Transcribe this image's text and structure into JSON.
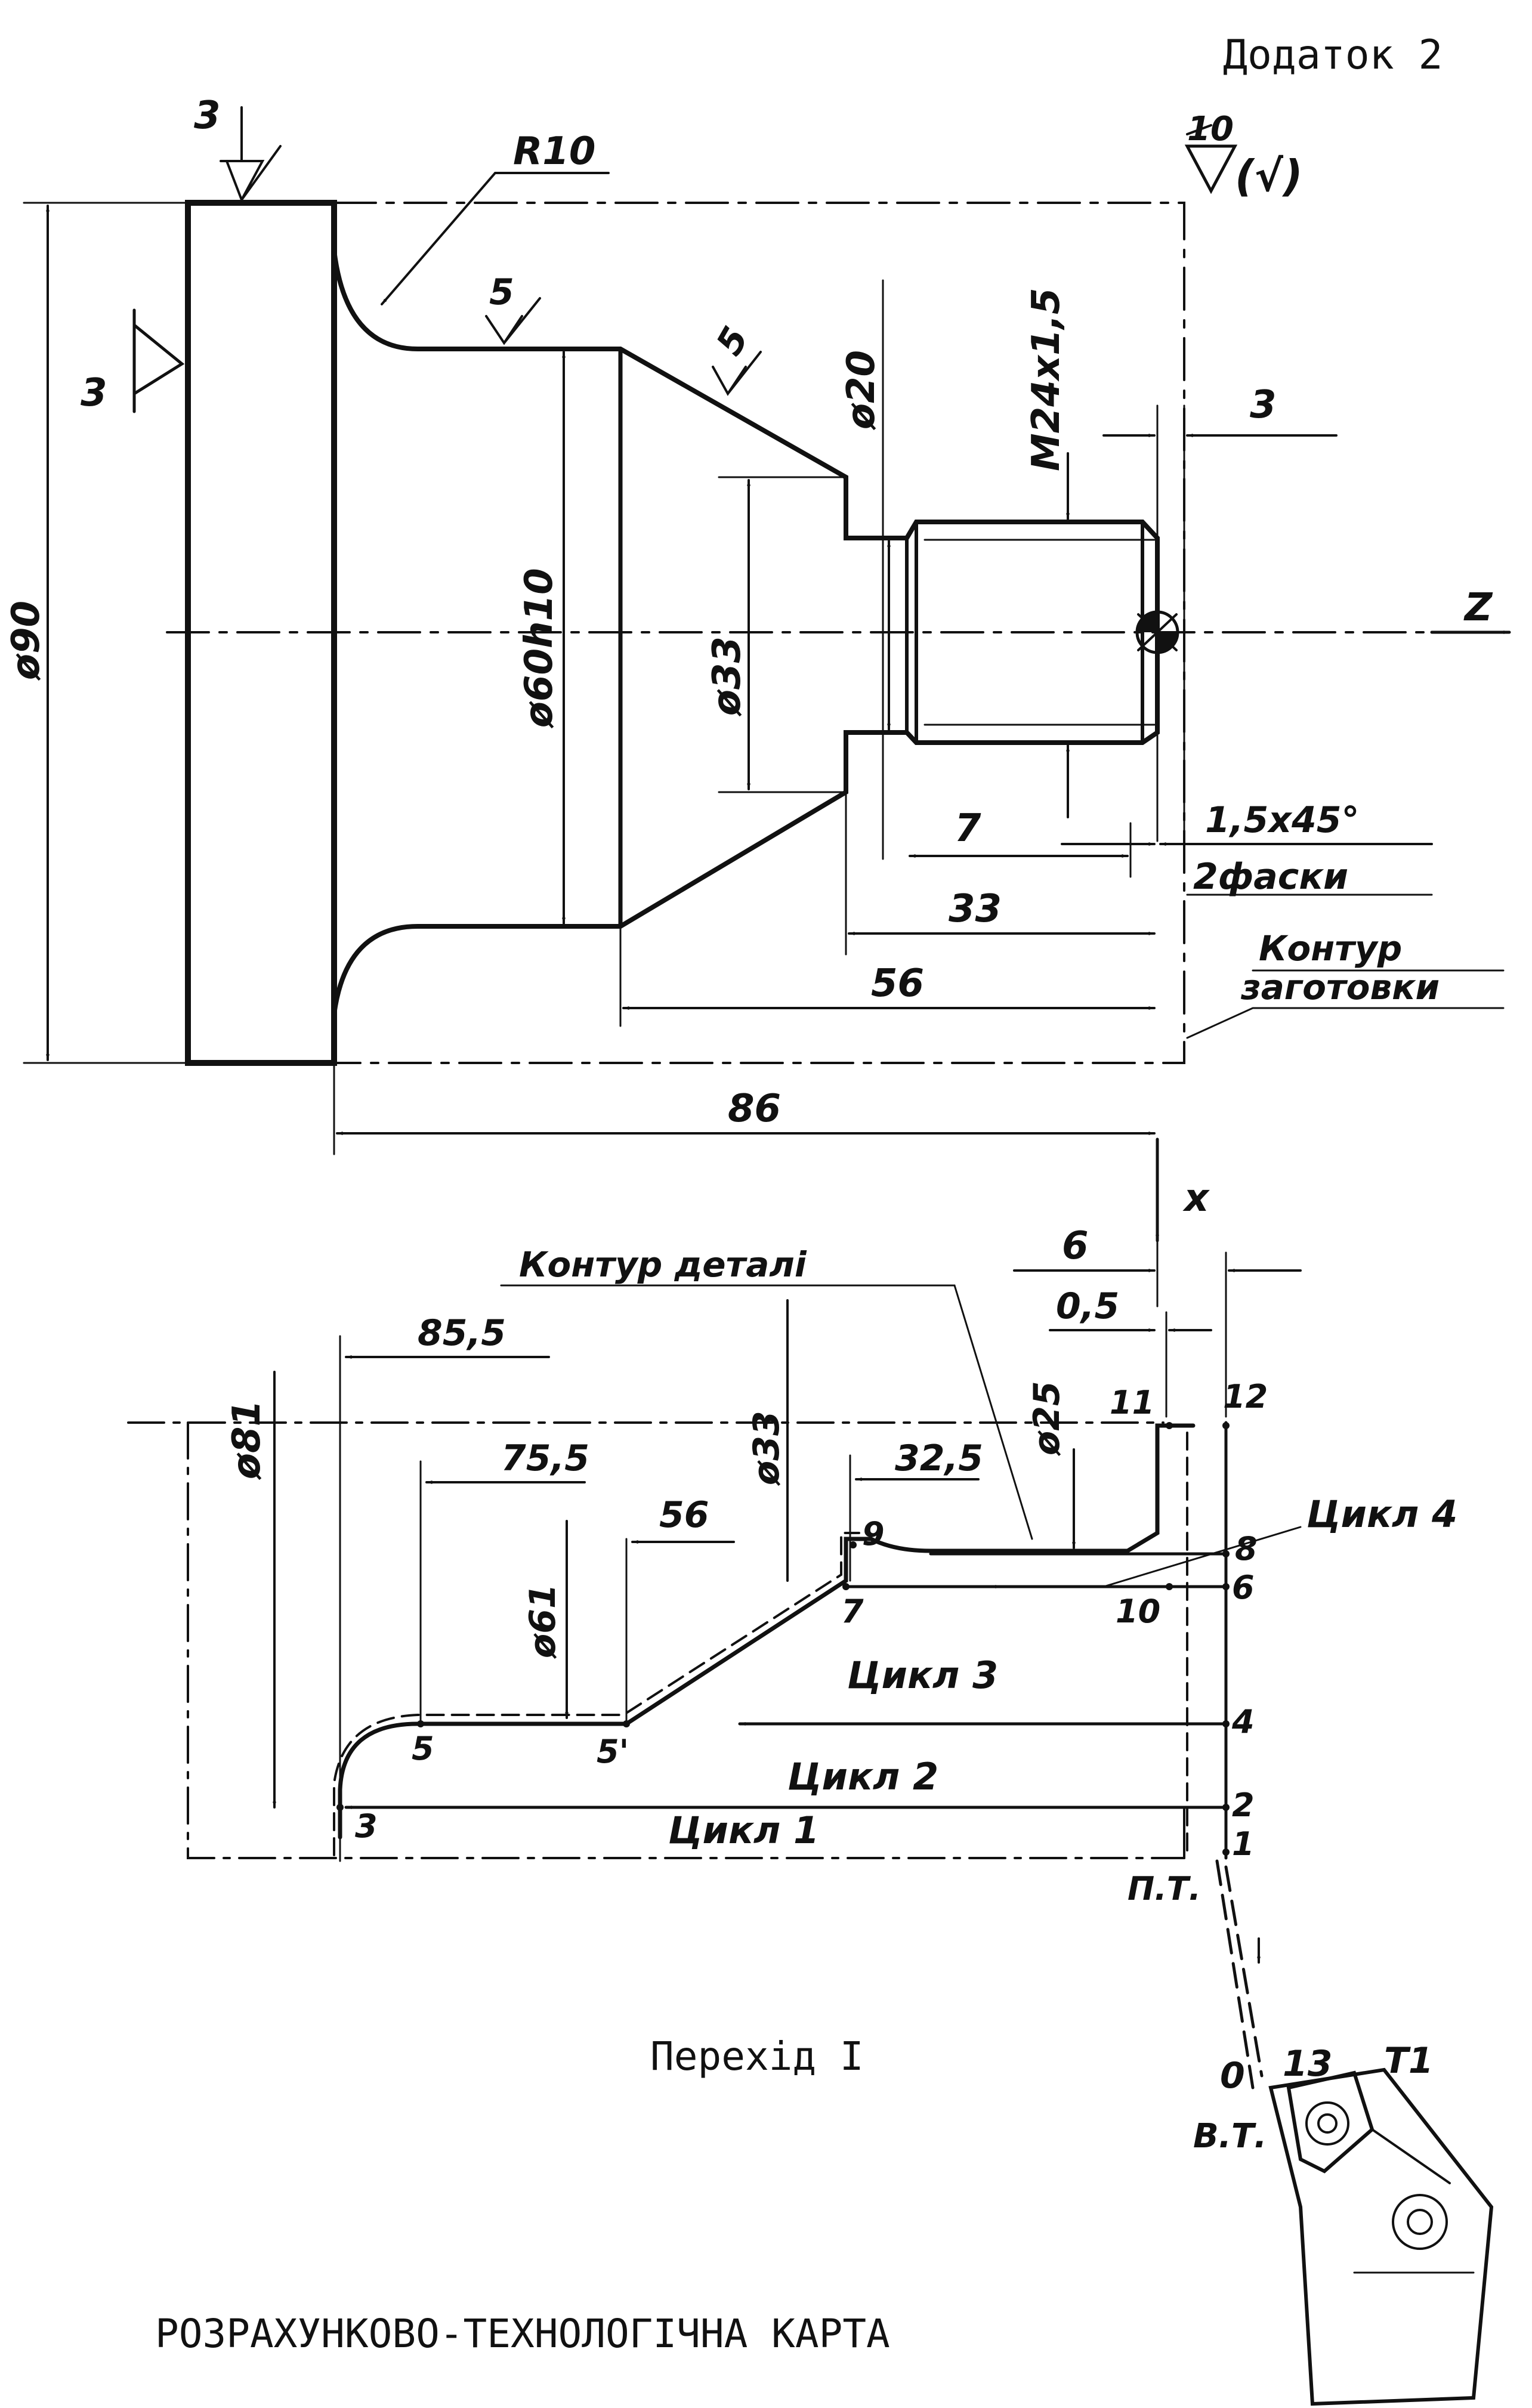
{
  "header": {
    "appendix": "Додаток 2"
  },
  "roughness": {
    "general_value": "10",
    "general_suffix": "(√)",
    "face_left": "3",
    "face_top": "3",
    "fillet": "5",
    "cone": "5"
  },
  "part_dims": {
    "radius": "R10",
    "d90": "ø90",
    "d60": "ø60h10",
    "d33": "ø33",
    "d20": "ø20",
    "thread": "M24x1,5",
    "d3": "3",
    "l7": "7",
    "chamfer": "1,5x45°",
    "chamfer_note": "2фаски",
    "l33": "33",
    "l56": "56",
    "l86": "86",
    "blank_contour_1": "Контур",
    "blank_contour_2": "заготовки",
    "axis_z": "Z",
    "axis_x": "x"
  },
  "path_dims": {
    "detail_contour": "Контур деталі",
    "d6": "6",
    "d05": "0,5",
    "d855": "85,5",
    "d81": "ø81",
    "d755": "75,5",
    "d325": "32,5",
    "d33": "ø33",
    "d25": "ø25",
    "d56": "56",
    "d61": "ø61"
  },
  "points": {
    "p1": "1",
    "p2": "2",
    "p3": "3",
    "p4": "4",
    "p5": "5",
    "p5p": "5'",
    "p6": "6",
    "p7": "7",
    "p8": "8",
    "p9": "9",
    "p10": "10",
    "p11": "11",
    "p12": "12",
    "p13": "13",
    "p0": "0",
    "pt": "П.Т.",
    "bt": "В.Т.",
    "tool": "T1"
  },
  "cycles": {
    "c1": "Цикл 1",
    "c2": "Цикл 2",
    "c3": "Цикл 3",
    "c4": "Цикл 4"
  },
  "footer": {
    "transition": "Перехід I",
    "title": "РОЗРАХУНКОВО-ТЕХНОЛОГІЧНА КАРТА"
  }
}
